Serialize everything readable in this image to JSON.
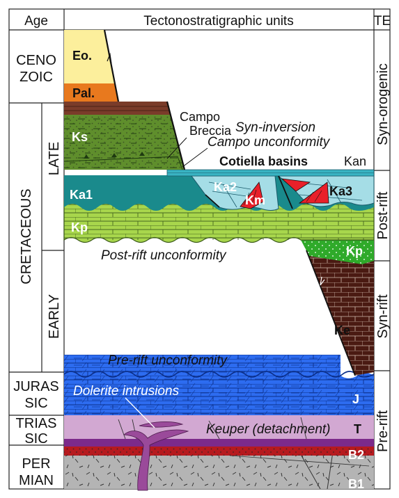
{
  "header": {
    "age": "Age",
    "units": "Tectonostratigraphic units",
    "te": "TE"
  },
  "ages": {
    "ceno_1": "CENO",
    "ceno_2": "ZOIC",
    "cretaceous": "CRETACEOUS",
    "late": "LATE",
    "early": "EARLY",
    "juras_1": "JURAS",
    "juras_2": "SIC",
    "trias_1": "TRIAS",
    "trias_2": "SIC",
    "per_1": "PER",
    "per_2": "MIAN"
  },
  "tectonic_events": {
    "syn_orogenic": "Syn-orogenic",
    "post_rift": "Post-rift",
    "syn_rift": "Syn-rift",
    "pre_rift": "Pre-rift"
  },
  "units": {
    "eo": "Eo.",
    "pal": "Pal.",
    "ks": "Ks",
    "ka1": "Ka1",
    "ka2": "Ka2",
    "ka3": "Ka3",
    "km": "Km",
    "kan": "Kan",
    "kp": "Kp",
    "kp2": "Kp",
    "ke": "Ke",
    "j": "J",
    "t": "T",
    "b2": "B2",
    "b1": "B1"
  },
  "annotations": {
    "campo_1": "Campo",
    "campo_2": "Breccia",
    "syn_inversion": "Syn-inversion",
    "campo_unconformity": "Campo unconformity",
    "cotiella": "Cotiella basins",
    "post_rift_unconformity": "Post-rift unconformity",
    "pre_rift_unconformity": "Pre-rift unconformity",
    "dolerite": "Dolerite intrusions",
    "keuper": "Keuper (detachment)"
  },
  "colors": {
    "eocene": "#fcef9c",
    "paleocene": "#e8791e",
    "ks": "#5f8e2c",
    "ks_top": "#7a3c2a",
    "ka_dark": "#1a8a8c",
    "ka_light": "#a5dde6",
    "kan": "#39b3c2",
    "kp": "#a8d64c",
    "kp_green": "#2faa2a",
    "ke": "#4a1a12",
    "jurassic": "#2d6cf0",
    "keuper": "#d2a8d2",
    "trias_purple": "#7c2a8a",
    "b2": "#b61a1e",
    "b1": "#b4b4b4",
    "dolerite": "#9a4a9a",
    "km": "#e8202a"
  }
}
